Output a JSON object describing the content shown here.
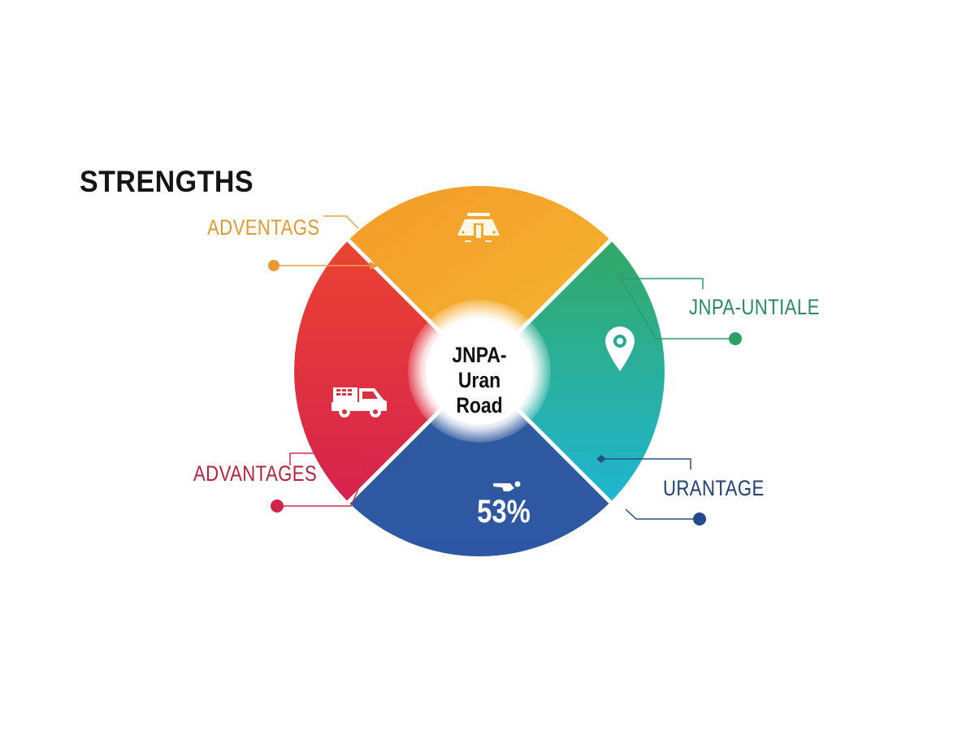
{
  "title": "STRENGTHS",
  "center": {
    "line1": "JNPA-Uran",
    "line2": "Road"
  },
  "segments": [
    {
      "position": "top",
      "color": "#f2a02c",
      "icon": "building-icon",
      "label": "ADVENTAGS",
      "label_color": "#e39a2e"
    },
    {
      "position": "right",
      "color": "#1fb0a5",
      "icon": "map-pin-icon",
      "label": "JNPA-UNTIALE",
      "label_color": "#2a8a5c"
    },
    {
      "position": "bottom",
      "color": "#2f5a9e",
      "icon": "crane-icon",
      "value": "53%",
      "label": "URANTAGE",
      "label_color": "#1f3f73"
    },
    {
      "position": "left",
      "color": "#e0364a",
      "icon": "truck-icon",
      "label": "ADVANTAGES",
      "label_color": "#b5243f"
    }
  ],
  "colors": {
    "orange": "#f2a02c",
    "red": "#e0364a",
    "green": "#2faa6c",
    "teal": "#1fb3cf",
    "blue": "#2f5a9e"
  }
}
